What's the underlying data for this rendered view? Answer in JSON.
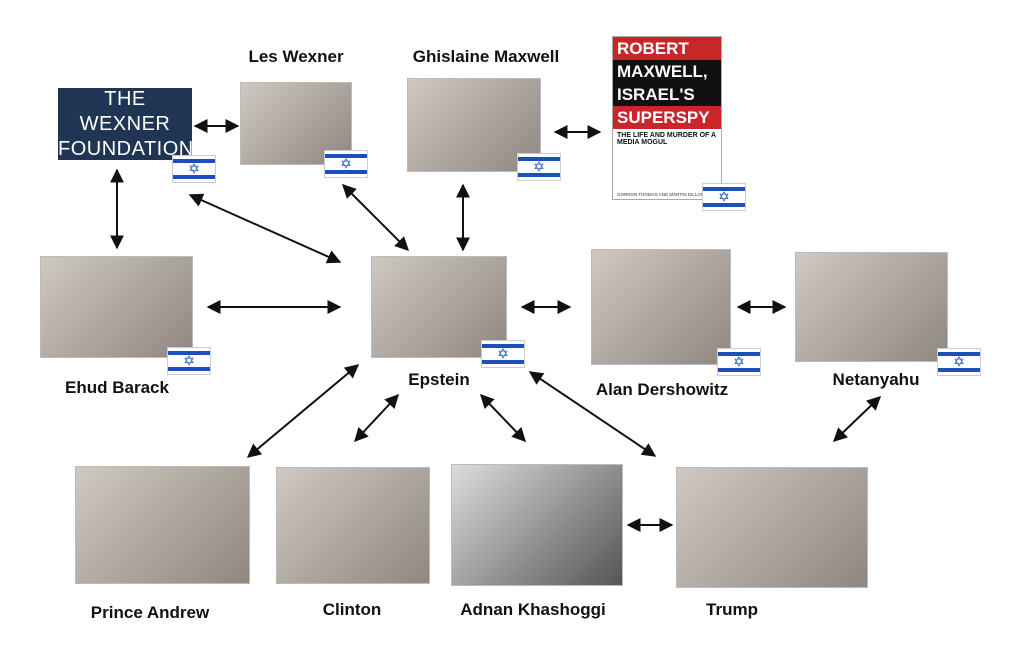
{
  "nodes": {
    "wexner_foundation": {
      "line1": "THE WEXNER",
      "line2": "FOUNDATION"
    },
    "les_wexner": {
      "label": "Les Wexner"
    },
    "ghislaine_maxwell": {
      "label": "Ghislaine Maxwell"
    },
    "book": {
      "title1": "ROBERT",
      "title2": "MAXWELL,",
      "title3": "ISRAEL'S",
      "title4": "SUPERSPY",
      "subtitle": "THE LIFE AND MURDER OF A MEDIA MOGUL",
      "authors": "GORDON THOMAS AND MARTIN DILLON"
    },
    "ehud_barack": {
      "label": "Ehud Barack"
    },
    "epstein": {
      "label": "Epstein"
    },
    "alan_dershowitz": {
      "label": "Alan Dershowitz"
    },
    "netanyahu": {
      "label": "Netanyahu"
    },
    "prince_andrew": {
      "label": "Prince Andrew"
    },
    "clinton": {
      "label": "Clinton"
    },
    "adnan_khashoggi": {
      "label": "Adnan Khashoggi"
    },
    "trump": {
      "label": "Trump"
    }
  },
  "flag_icon": "israel-flag-icon",
  "flag_glyph": "✡",
  "connections": [
    [
      "wexner_foundation",
      "les_wexner"
    ],
    [
      "wexner_foundation",
      "ehud_barack"
    ],
    [
      "wexner_foundation",
      "epstein"
    ],
    [
      "les_wexner",
      "epstein"
    ],
    [
      "ghislaine_maxwell",
      "epstein"
    ],
    [
      "ghislaine_maxwell",
      "book"
    ],
    [
      "ehud_barack",
      "epstein"
    ],
    [
      "epstein",
      "alan_dershowitz"
    ],
    [
      "alan_dershowitz",
      "netanyahu"
    ],
    [
      "epstein",
      "prince_andrew"
    ],
    [
      "epstein",
      "clinton"
    ],
    [
      "epstein",
      "adnan_khashoggi"
    ],
    [
      "epstein",
      "trump"
    ],
    [
      "netanyahu",
      "trump"
    ],
    [
      "adnan_khashoggi",
      "trump"
    ]
  ]
}
